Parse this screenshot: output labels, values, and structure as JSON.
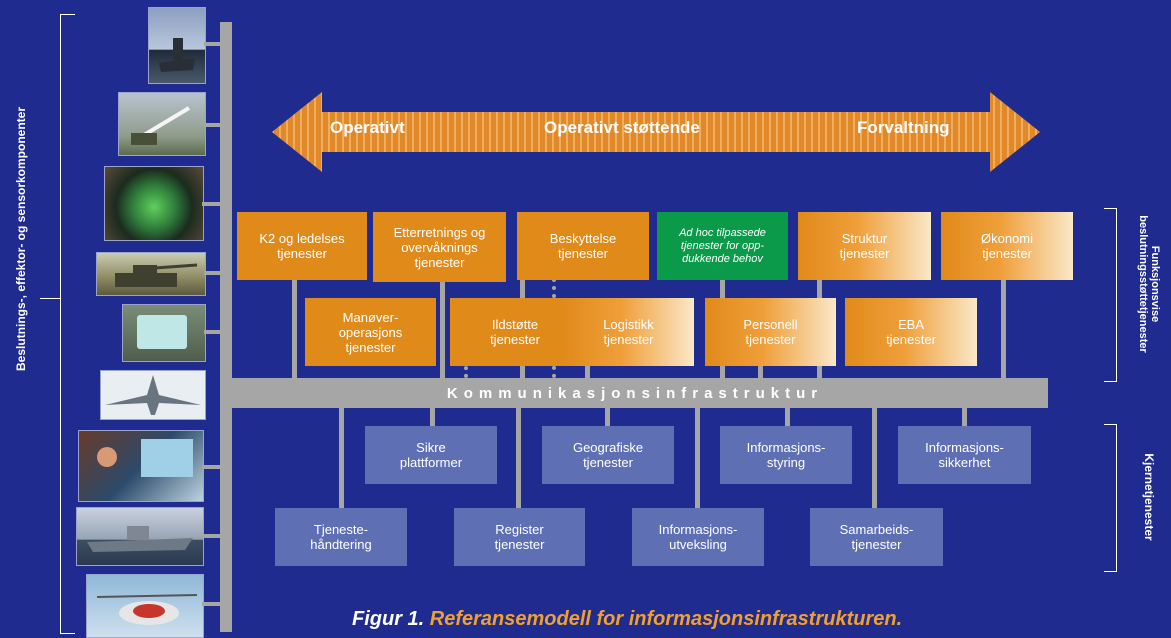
{
  "left_label": "Beslutnings-, effektor- og sensorkomponenter",
  "right_top_label": "Funksjonsvise beslutningsstøttetjenester",
  "right_bottom_label": "Kjernetjenester",
  "arrow": {
    "left": "Operativt",
    "middle": "Operativt støttende",
    "right": "Forvaltning"
  },
  "top_row": [
    "K2 og ledelses\ntjenester",
    "Etterretnings og\novervåknings\ntjenester",
    "Beskyttelse\ntjenester",
    "Ad hoc tilpassede\ntjenester for opp-\ndukkende behov",
    "Struktur\ntjenester",
    "Økonomi\ntjenester"
  ],
  "second_row": [
    "Manøver-\noperasjons\ntjenester",
    "Ildstøtte\ntjenester",
    "Logistikk\ntjenester",
    "Personell\ntjenester",
    "EBA\ntjenester"
  ],
  "infrastructure": "Kommunikasjonsinfrastruktur",
  "core_upper": [
    "Sikre\nplattformer",
    "Geografiske\ntjenester",
    "Informasjons-\nstyring",
    "Informasjons-\nsikkerhet"
  ],
  "core_lower": [
    "Tjeneste-\nhåndtering",
    "Register\ntjenester",
    "Informasjons-\nutveksling",
    "Samarbeids-\ntjenester"
  ],
  "caption": {
    "prefix": "Figur 1.",
    "text": "Referansemodell for informasjonsinfrastrukturen."
  },
  "images": [
    "submarine",
    "missile-launch",
    "radar-scope",
    "tank",
    "handheld-device",
    "fighter-jet",
    "operator-at-console",
    "frigate",
    "helicopter"
  ],
  "colors": {
    "background": "#1f2b8f",
    "orange": "#e08a1a",
    "green": "#0a9a4a",
    "core_blue": "#5f6fb4",
    "bar_gray": "#a6a6a6",
    "caption_orange": "#f0a030"
  }
}
